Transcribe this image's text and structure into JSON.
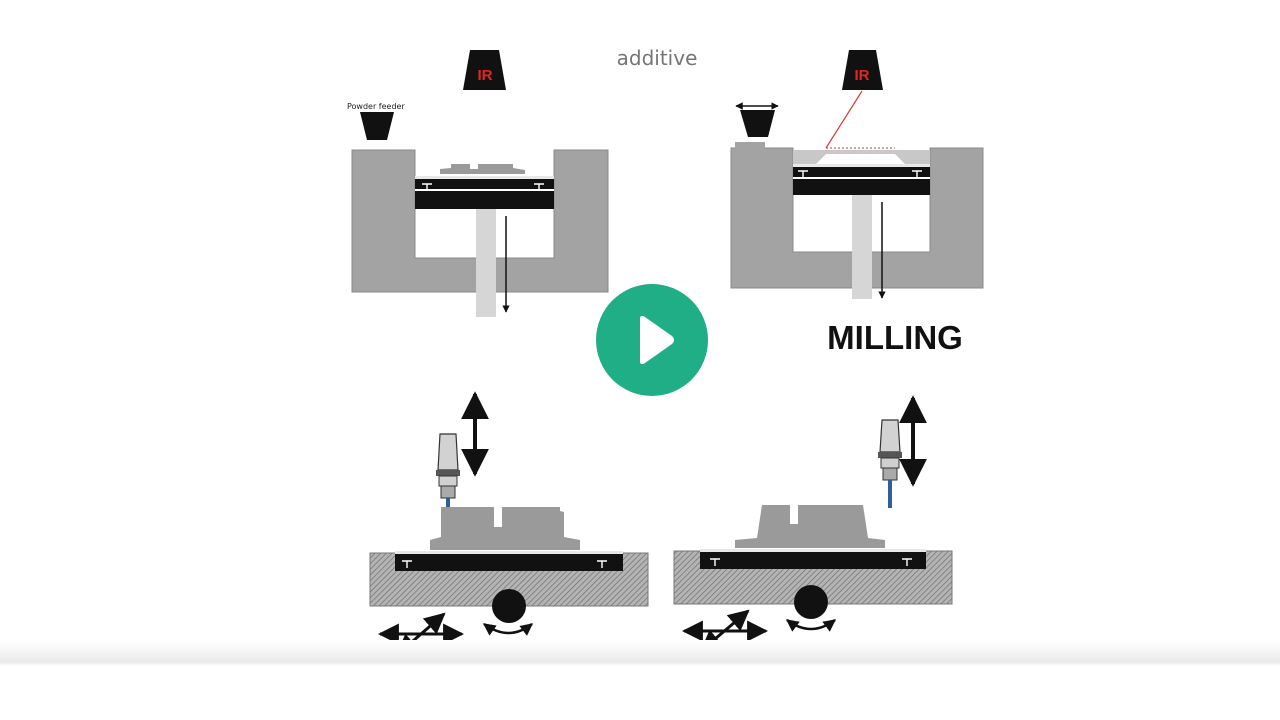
{
  "diagram": {
    "title_additive": "additive",
    "title_milling": "MILLING",
    "ir_label": "IR",
    "powder_feeder_label": "Powder feeder"
  },
  "player": {
    "play_icon": "play-icon"
  },
  "colors": {
    "machine_gray": "#a3a3a3",
    "part_gray": "#9a9a9a",
    "spindle_gray": "#d0d0d0",
    "play_green": "#1fae86",
    "ir_red": "#e5261f",
    "laser_red": "#d23c32"
  }
}
